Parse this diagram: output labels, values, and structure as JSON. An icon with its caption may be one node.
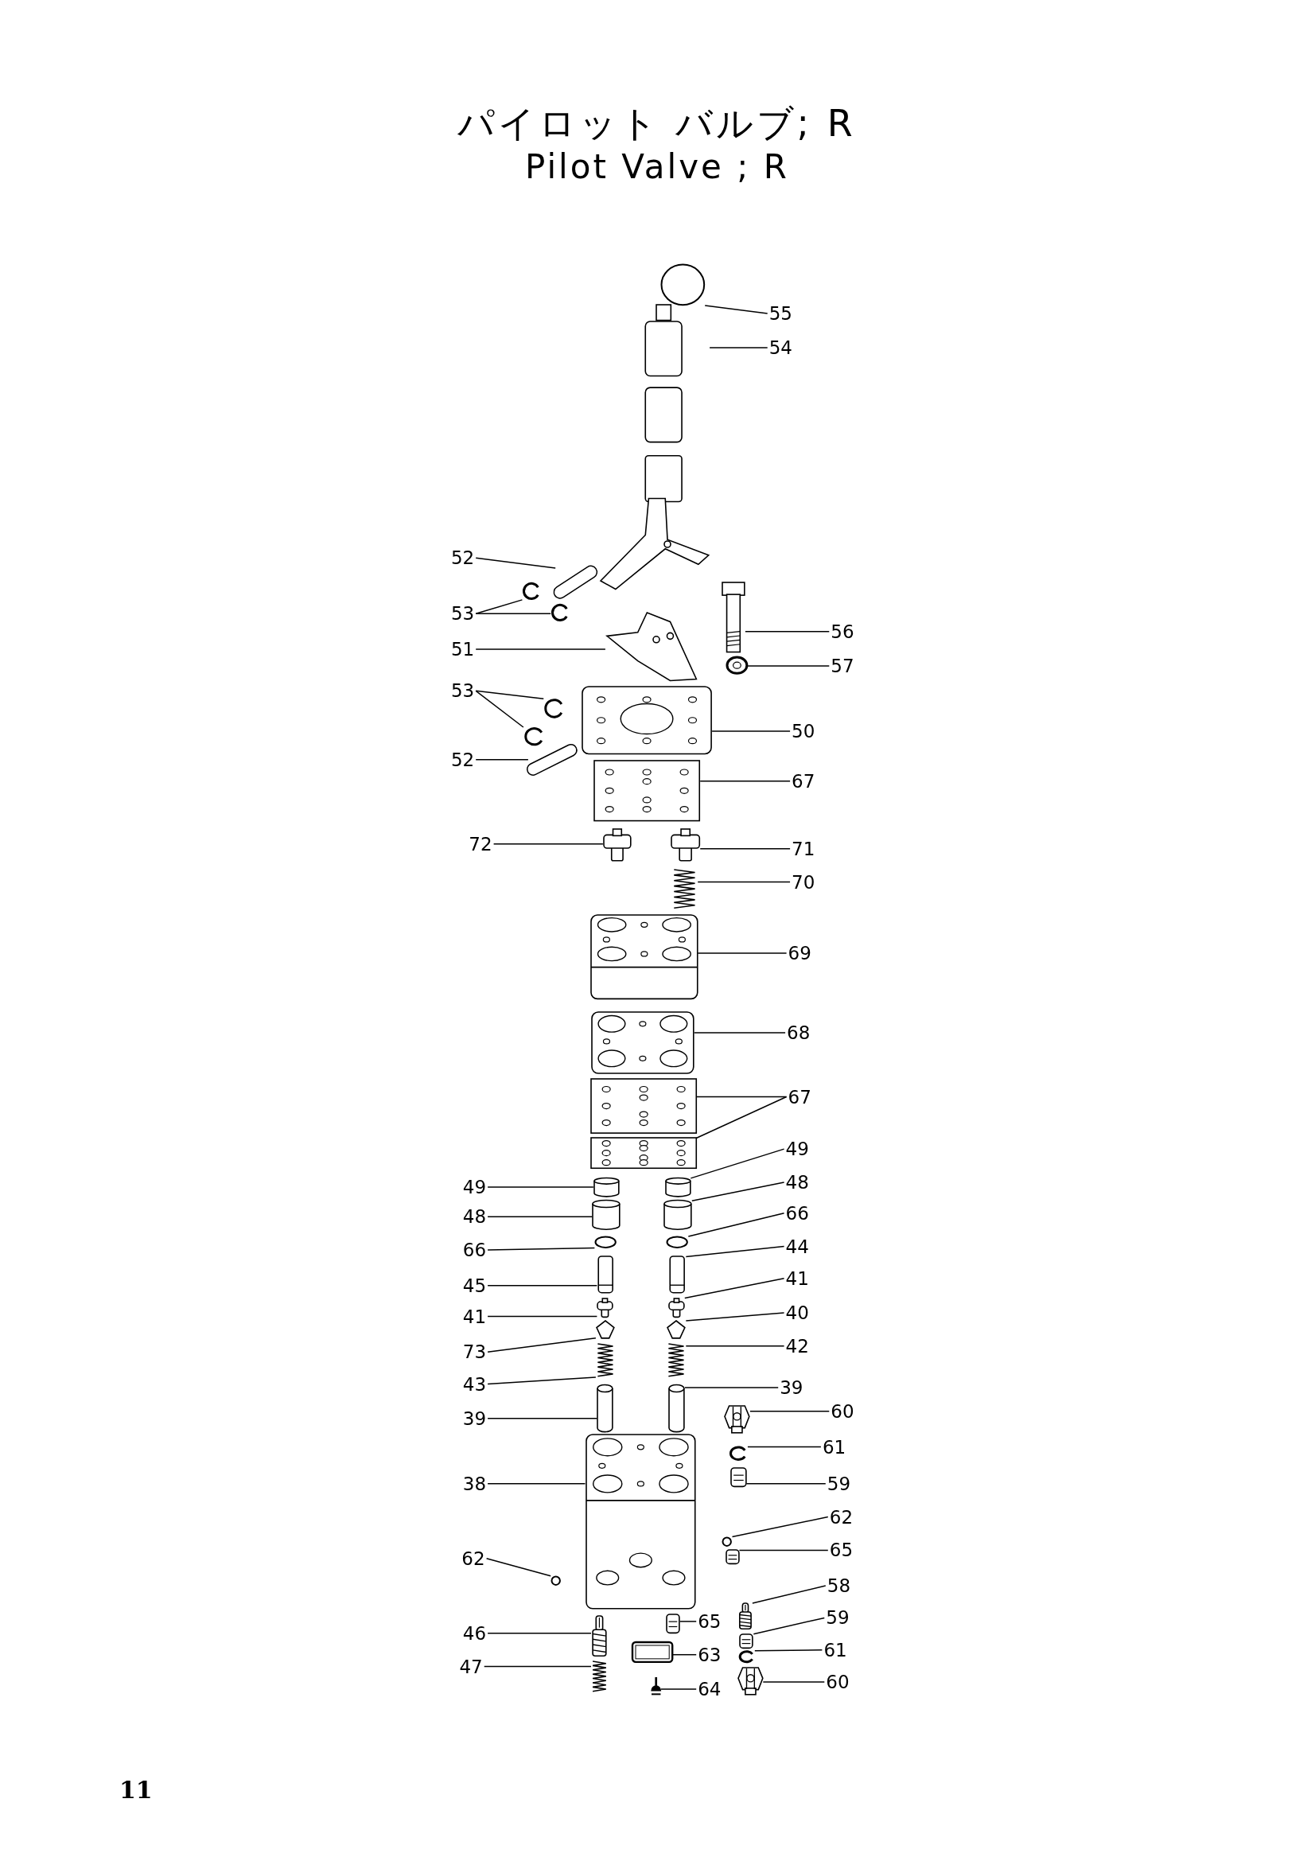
{
  "diagram": {
    "title": "パイロット バルブ; R",
    "nodes": [
      {
        "text": [
          "55"
        ]
      },
      {
        "text": [],
        "shape": "circle"
      },
      {
        "text": [
          "54"
        ]
      },
      {
        "text": [],
        "shape": "picture"
      },
      {
        "text": [
          "52"
        ]
      },
      {
        "text": [],
        "shape": "picture"
      },
      {
        "text": [
          "53"
        ]
      },
      {
        "text": [],
        "shape": "picture"
      },
      {
        "text": [],
        "shape": "picture"
      },
      {
        "text": [
          "51"
        ]
      },
      {
        "text": [],
        "shape": "picture"
      },
      {
        "text": [
          "56"
        ]
      },
      {
        "text": [],
        "shape": "picture"
      },
      {
        "text": [
          "57"
        ]
      },
      {
        "text": [],
        "shape": "picture"
      },
      {
        "text": [
          "53"
        ]
      },
      {
        "text": [],
        "shape": "picture"
      },
      {
        "text": [],
        "shape": "picture"
      },
      {
        "text": [
          "50"
        ]
      },
      {
        "text": [],
        "shape": "picture"
      },
      {
        "text": [
          "52"
        ]
      },
      {
        "text": [],
        "shape": "picture"
      },
      {
        "text": [
          "67"
        ]
      },
      {
        "text": [],
        "shape": "picture"
      },
      {
        "text": [
          "72"
        ]
      },
      {
        "text": [],
        "shape": "picture"
      },
      {
        "text": [
          "71"
        ]
      },
      {
        "text": [],
        "shape": "picture"
      },
      {
        "text": [
          "70"
        ]
      },
      {
        "text": [],
        "shape": "picture"
      },
      {
        "text": [
          "69"
        ]
      },
      {
        "text": [],
        "shape": "picture"
      },
      {
        "text": [
          "68"
        ]
      },
      {
        "text": [],
        "shape": "picture"
      },
      {
        "text": [
          "67"
        ]
      },
      {
        "text": [],
        "shape": "picture"
      },
      {
        "text": [],
        "shape": "picture"
      },
      {
        "text": [
          "49"
        ]
      },
      {
        "text": [],
        "shape": "cylinder"
      },
      {
        "text": [
          "49"
        ]
      },
      {
        "text": [],
        "shape": "cylinder"
      },
      {
        "text": [
          "48"
        ]
      },
      {
        "text": [],
        "shape": "cylinder"
      },
      {
        "text": [
          "48"
        ]
      },
      {
        "text": [],
        "shape": "cylinder"
      },
      {
        "text": [
          "66"
        ]
      },
      {
        "text": [],
        "shape": "circle"
      },
      {
        "text": [
          "66"
        ]
      },
      {
        "text": [],
        "shape": "circle"
      },
      {
        "text": [
          "44"
        ]
      },
      {
        "text": [],
        "shape": "picture"
      },
      {
        "text": [
          "45"
        ]
      },
      {
        "text": [],
        "shape": "picture"
      },
      {
        "text": [
          "41"
        ]
      },
      {
        "text": [],
        "shape": "picture"
      },
      {
        "text": [
          "41"
        ]
      },
      {
        "text": [],
        "shape": "picture"
      },
      {
        "text": [
          "40"
        ]
      },
      {
        "text": [],
        "shape": "picture"
      },
      {
        "text": [
          "73"
        ]
      },
      {
        "text": [],
        "shape": "picture"
      },
      {
        "text": [
          "42"
        ]
      },
      {
        "text": [],
        "shape": "picture"
      },
      {
        "text": [
          "43"
        ]
      },
      {
        "text": [],
        "shape": "picture"
      },
      {
        "text": [
          "39"
        ]
      },
      {
        "text": [],
        "shape": "cylinder"
      },
      {
        "text": [
          "39"
        ]
      },
      {
        "text": [],
        "shape": "cylinder"
      },
      {
        "text": [
          "60"
        ]
      },
      {
        "text": [],
        "shape": "picture"
      },
      {
        "text": [
          "61"
        ]
      },
      {
        "text": [],
        "shape": "picture"
      },
      {
        "text": [
          "59"
        ]
      },
      {
        "text": [],
        "shape": "picture"
      },
      {
        "text": [
          "38"
        ]
      },
      {
        "text": [],
        "shape": "picture"
      },
      {
        "text": [
          "62"
        ]
      },
      {
        "text": [],
        "shape": "circle"
      },
      {
        "text": [
          "62"
        ]
      },
      {
        "text": [],
        "shape": "circle"
      },
      {
        "text": [
          "65"
        ]
      },
      {
        "text": [],
        "shape": "picture"
      },
      {
        "text": [
          "58"
        ]
      },
      {
        "text": [],
        "shape": "picture"
      },
      {
        "text": [
          "65"
        ]
      },
      {
        "text": [],
        "shape": "picture"
      },
      {
        "text": [
          "59"
        ]
      },
      {
        "text": [],
        "shape": "picture"
      },
      {
        "text": [
          "46"
        ]
      },
      {
        "text": [],
        "shape": "picture"
      },
      {
        "text": [
          "63"
        ]
      },
      {
        "text": [],
        "shape": "picture"
      },
      {
        "text": [
          "61"
        ]
      },
      {
        "text": [],
        "shape": "picture"
      },
      {
        "text": [
          "47"
        ]
      },
      {
        "text": [],
        "shape": "picture"
      },
      {
        "text": [
          "64"
        ]
      },
      {
        "text": [],
        "shape": "picture"
      },
      {
        "text": [
          "60"
        ]
      },
      {
        "text": [],
        "shape": "picture"
      }
    ],
    "edges": [
      {
        "from": 0,
        "to": 1,
        "arrow": "none"
      },
      {
        "from": 2,
        "to": 3,
        "arrow": "none"
      },
      {
        "from": 4,
        "to": 5,
        "arrow": "none"
      },
      {
        "from": 6,
        "to": 7,
        "arrow": "none"
      },
      {
        "from": 6,
        "to": 8,
        "arrow": "none"
      },
      {
        "from": 9,
        "to": 10,
        "arrow": "none"
      },
      {
        "from": 11,
        "to": 12,
        "arrow": "none"
      },
      {
        "from": 13,
        "to": 14,
        "arrow": "none"
      },
      {
        "from": 15,
        "to": 16,
        "arrow": "none"
      },
      {
        "from": 15,
        "to": 17,
        "arrow": "none"
      },
      {
        "from": 18,
        "to": 19,
        "arrow": "none"
      },
      {
        "from": 20,
        "to": 21,
        "arrow": "none"
      },
      {
        "from": 22,
        "to": 23,
        "arrow": "none"
      },
      {
        "from": 24,
        "to": 25,
        "arrow": "none"
      },
      {
        "from": 26,
        "to": 27,
        "arrow": "none"
      },
      {
        "from": 28,
        "to": 29,
        "arrow": "none"
      },
      {
        "from": 30,
        "to": 31,
        "arrow": "none"
      },
      {
        "from": 32,
        "to": 33,
        "arrow": "none"
      },
      {
        "from": 34,
        "to": 35,
        "arrow": "none"
      },
      {
        "from": 34,
        "to": 36,
        "arrow": "none"
      },
      {
        "from": 37,
        "to": 38,
        "arrow": "none"
      },
      {
        "from": 39,
        "to": 40,
        "arrow": "none"
      },
      {
        "from": 41,
        "to": 42,
        "arrow": "none"
      },
      {
        "from": 43,
        "to": 44,
        "arrow": "none"
      },
      {
        "from": 45,
        "to": 46,
        "arrow": "none"
      },
      {
        "from": 47,
        "to": 48,
        "arrow": "none"
      },
      {
        "from": 49,
        "to": 50,
        "arrow": "none"
      },
      {
        "from": 51,
        "to": 52,
        "arrow": "none"
      },
      {
        "from": 53,
        "to": 54,
        "arrow": "none"
      },
      {
        "from": 55,
        "to": 56,
        "arrow": "none"
      },
      {
        "from": 57,
        "to": 58,
        "arrow": "none"
      },
      {
        "from": 59,
        "to": 60,
        "arrow": "none"
      },
      {
        "from": 61,
        "to": 62,
        "arrow": "none"
      },
      {
        "from": 63,
        "to": 64,
        "arrow": "none"
      },
      {
        "from": 65,
        "to": 66,
        "arrow": "none"
      },
      {
        "from": 67,
        "to": 68,
        "arrow": "none"
      },
      {
        "from": 69,
        "to": 70,
        "arrow": "none"
      },
      {
        "from": 71,
        "to": 72,
        "arrow": "none"
      },
      {
        "from": 73,
        "to": 74,
        "arrow": "none"
      },
      {
        "from": 75,
        "to": 76,
        "arrow": "none"
      },
      {
        "from": 77,
        "to": 78,
        "arrow": "none"
      },
      {
        "from": 79,
        "to": 80,
        "arrow": "none"
      },
      {
        "from": 81,
        "to": 82,
        "arrow": "none"
      },
      {
        "from": 83,
        "to": 84,
        "arrow": "none"
      },
      {
        "from": 85,
        "to": 86,
        "arrow": "none"
      },
      {
        "from": 87,
        "to": 88,
        "arrow": "none"
      },
      {
        "from": 89,
        "to": 90,
        "arrow": "none"
      },
      {
        "from": 91,
        "to": 92,
        "arrow": "none"
      },
      {
        "from": 93,
        "to": 94,
        "arrow": "none"
      },
      {
        "from": 95,
        "to": 96,
        "arrow": "none"
      },
      {
        "from": 97,
        "to": 98,
        "arrow": "none"
      },
      {
        "from": 99,
        "to": 100,
        "arrow": "none"
      }
    ],
    "labels": [
      "Pilot Valve ; R",
      "11"
    ]
  }
}
